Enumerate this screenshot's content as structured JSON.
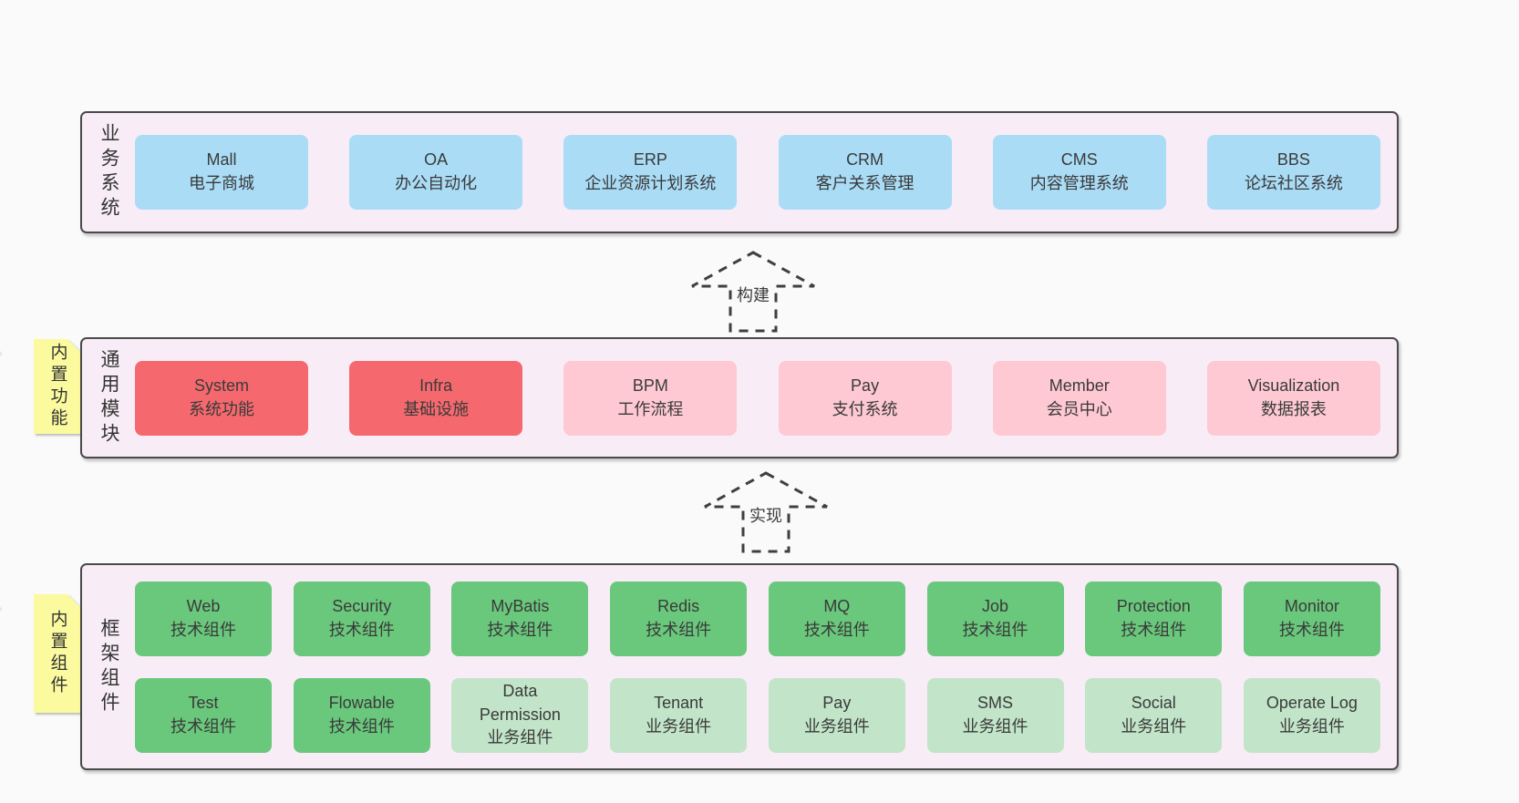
{
  "bands": [
    {
      "label": "业务系统",
      "boxes": [
        {
          "title": "Mall",
          "subtitle": "电子商城"
        },
        {
          "title": "OA",
          "subtitle": "办公自动化"
        },
        {
          "title": "ERP",
          "subtitle": "企业资源计划系统"
        },
        {
          "title": "CRM",
          "subtitle": "客户关系管理"
        },
        {
          "title": "CMS",
          "subtitle": "内容管理系统"
        },
        {
          "title": "BBS",
          "subtitle": "论坛社区系统"
        }
      ]
    },
    {
      "label": "通用模块",
      "note": "内置功能",
      "boxes": [
        {
          "title": "System",
          "subtitle": "系统功能"
        },
        {
          "title": "Infra",
          "subtitle": "基础设施"
        },
        {
          "title": "BPM",
          "subtitle": "工作流程"
        },
        {
          "title": "Pay",
          "subtitle": "支付系统"
        },
        {
          "title": "Member",
          "subtitle": "会员中心"
        },
        {
          "title": "Visualization",
          "subtitle": "数据报表"
        }
      ]
    },
    {
      "label": "框架组件",
      "note": "内置组件",
      "boxes": [
        {
          "title": "Web",
          "subtitle": "技术组件"
        },
        {
          "title": "Security",
          "subtitle": "技术组件"
        },
        {
          "title": "MyBatis",
          "subtitle": "技术组件"
        },
        {
          "title": "Redis",
          "subtitle": "技术组件"
        },
        {
          "title": "MQ",
          "subtitle": "技术组件"
        },
        {
          "title": "Job",
          "subtitle": "技术组件"
        },
        {
          "title": "Protection",
          "subtitle": "技术组件"
        },
        {
          "title": "Monitor",
          "subtitle": "技术组件"
        },
        {
          "title": "Test",
          "subtitle": "技术组件"
        },
        {
          "title": "Flowable",
          "subtitle": "技术组件"
        },
        {
          "title": "Data Permission",
          "subtitle": "业务组件"
        },
        {
          "title": "Tenant",
          "subtitle": "业务组件"
        },
        {
          "title": "Pay",
          "subtitle": "业务组件"
        },
        {
          "title": "SMS",
          "subtitle": "业务组件"
        },
        {
          "title": "Social",
          "subtitle": "业务组件"
        },
        {
          "title": "Operate Log",
          "subtitle": "业务组件"
        }
      ]
    }
  ],
  "arrows": [
    {
      "label": "构建"
    },
    {
      "label": "实现"
    }
  ],
  "colors": {
    "page_bg": "#fafafa",
    "band_bg": "#f8edf6",
    "band_border": "#4a4a4a",
    "blue_box": "#aadcf6",
    "red_box": "#f5696e",
    "pink_box": "#fec9d2",
    "green_box": "#6ac87c",
    "light_green_box": "#c2e5c9",
    "note_yellow": "#fbfa9e",
    "note_fold_gray": "#bdbdbd",
    "text": "#3a3a3a"
  }
}
